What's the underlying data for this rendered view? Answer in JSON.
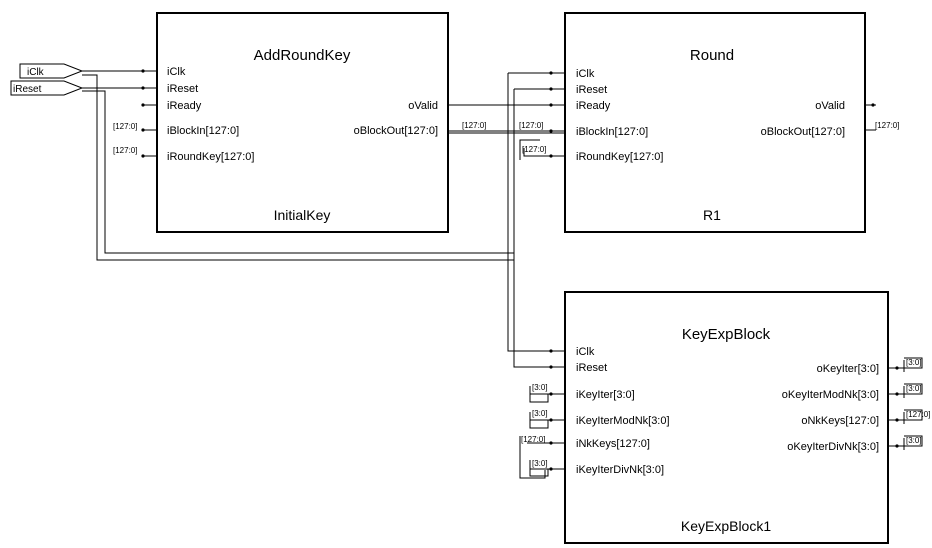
{
  "top_ports": {
    "clk": "iClk",
    "reset": "iReset"
  },
  "add_round_key": {
    "title": "AddRoundKey",
    "instance": "InitialKey",
    "inputs": [
      "iClk",
      "iReset",
      "iReady",
      "iBlockIn[127:0]",
      "iRoundKey[127:0]"
    ],
    "outputs": [
      "oValid",
      "oBlockOut[127:0]"
    ]
  },
  "round": {
    "title": "Round",
    "instance": "R1",
    "inputs": [
      "iClk",
      "iReset",
      "iReady",
      "iBlockIn[127:0]",
      "iRoundKey[127:0]"
    ],
    "outputs": [
      "oValid",
      "oBlockOut[127:0]"
    ]
  },
  "key_exp": {
    "title": "KeyExpBlock",
    "instance": "KeyExpBlock1",
    "inputs": [
      "iClk",
      "iReset",
      "iKeyIter[3:0]",
      "iKeyIterModNk[3:0]",
      "iNkKeys[127:0]",
      "iKeyIterDivNk[3:0]"
    ],
    "outputs": [
      "oKeyIter[3:0]",
      "oKeyIterModNk[3:0]",
      "oNkKeys[127:0]",
      "oKeyIterDivNk[3:0]"
    ]
  },
  "bus_labels": {
    "w128": "[127:0]",
    "w4": "[3:0]"
  }
}
